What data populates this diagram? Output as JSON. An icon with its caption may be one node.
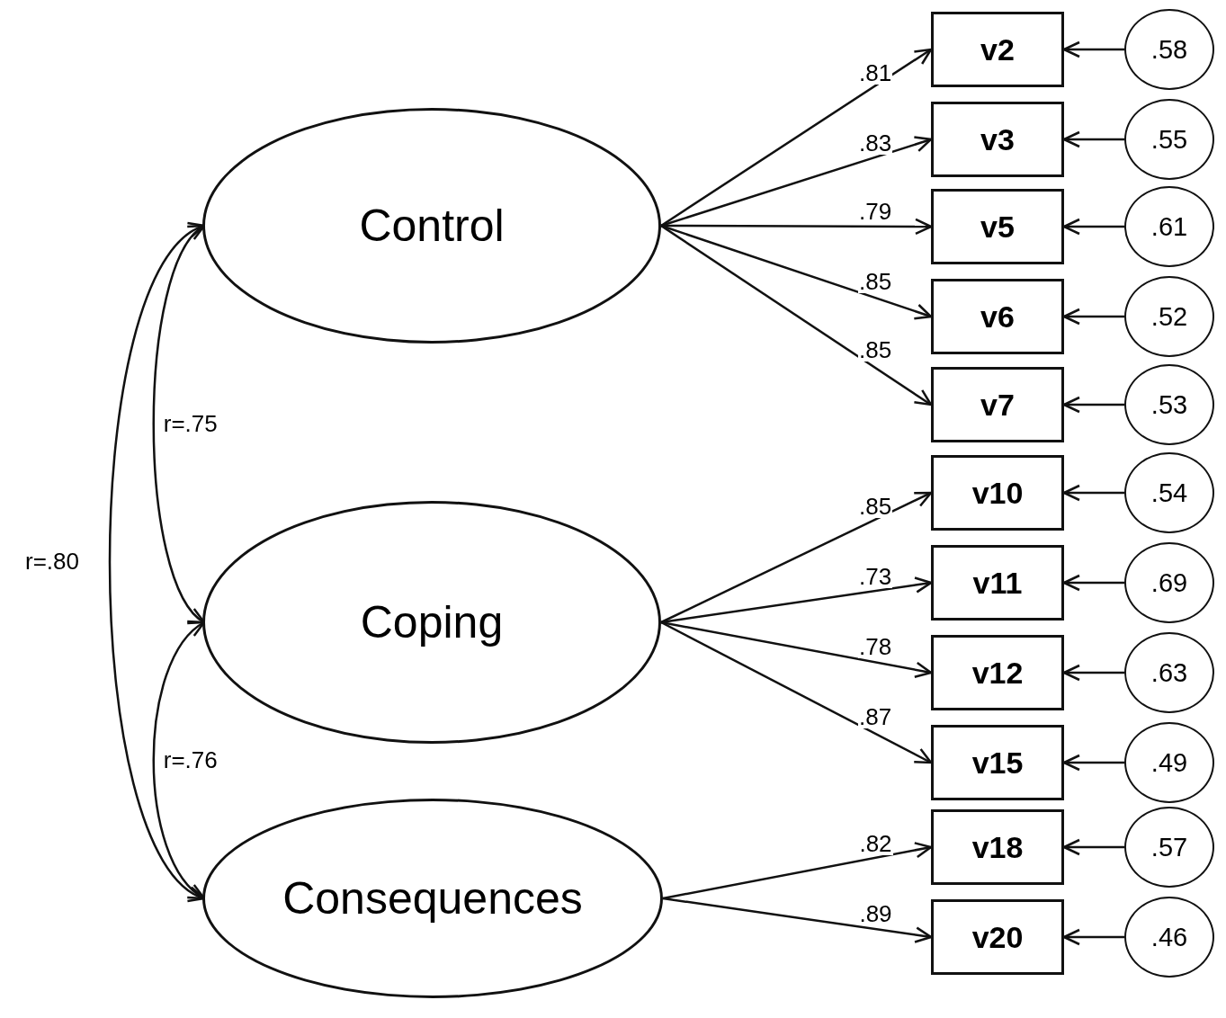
{
  "diagram": {
    "nodes": [
      {
        "text": [
          "Control"
        ]
      },
      {
        "text": [
          "Coping"
        ]
      },
      {
        "text": [
          "Consequences"
        ]
      },
      {
        "text": [
          "v2"
        ]
      },
      {
        "text": [
          "v3"
        ]
      },
      {
        "text": [
          "v5"
        ]
      },
      {
        "text": [
          "v6"
        ]
      },
      {
        "text": [
          "v7"
        ]
      },
      {
        "text": [
          "v10"
        ]
      },
      {
        "text": [
          "v11"
        ]
      },
      {
        "text": [
          "v12"
        ]
      },
      {
        "text": [
          "v15"
        ]
      },
      {
        "text": [
          "v18"
        ]
      },
      {
        "text": [
          "v20"
        ]
      },
      {
        "text": [
          ".58"
        ]
      },
      {
        "text": [
          ".55"
        ]
      },
      {
        "text": [
          ".61"
        ]
      },
      {
        "text": [
          ".52"
        ]
      },
      {
        "text": [
          ".53"
        ]
      },
      {
        "text": [
          ".54"
        ]
      },
      {
        "text": [
          ".69"
        ]
      },
      {
        "text": [
          ".63"
        ]
      },
      {
        "text": [
          ".49"
        ]
      },
      {
        "text": [
          ".57"
        ]
      },
      {
        "text": [
          ".46"
        ]
      }
    ],
    "edges": [
      {
        "from": 0,
        "to": 3,
        "arrow": "to",
        "label": ".81"
      },
      {
        "from": 0,
        "to": 4,
        "arrow": "to",
        "label": ".83"
      },
      {
        "from": 0,
        "to": 5,
        "arrow": "to",
        "label": ".79"
      },
      {
        "from": 0,
        "to": 6,
        "arrow": "to",
        "label": ".85"
      },
      {
        "from": 0,
        "to": 7,
        "arrow": "to",
        "label": ".85"
      },
      {
        "from": 1,
        "to": 8,
        "arrow": "to",
        "label": ".85"
      },
      {
        "from": 1,
        "to": 9,
        "arrow": "to",
        "label": ".73"
      },
      {
        "from": 1,
        "to": 10,
        "arrow": "to",
        "label": ".78"
      },
      {
        "from": 1,
        "to": 11,
        "arrow": "to",
        "label": ".87"
      },
      {
        "from": 2,
        "to": 12,
        "arrow": "to",
        "label": ".82"
      },
      {
        "from": 2,
        "to": 13,
        "arrow": "to",
        "label": ".89"
      },
      {
        "from": 14,
        "to": 3,
        "arrow": "to"
      },
      {
        "from": 15,
        "to": 4,
        "arrow": "to"
      },
      {
        "from": 16,
        "to": 5,
        "arrow": "to"
      },
      {
        "from": 17,
        "to": 6,
        "arrow": "to"
      },
      {
        "from": 18,
        "to": 7,
        "arrow": "to"
      },
      {
        "from": 19,
        "to": 8,
        "arrow": "to"
      },
      {
        "from": 20,
        "to": 9,
        "arrow": "to"
      },
      {
        "from": 21,
        "to": 10,
        "arrow": "to"
      },
      {
        "from": 22,
        "to": 11,
        "arrow": "to"
      },
      {
        "from": 23,
        "to": 12,
        "arrow": "to"
      },
      {
        "from": 24,
        "to": 13,
        "arrow": "to"
      },
      {
        "from": 0,
        "to": 1,
        "arrow": "both",
        "label": "r=.75"
      },
      {
        "from": 1,
        "to": 2,
        "arrow": "both",
        "label": "r=.76"
      },
      {
        "from": 0,
        "to": 2,
        "arrow": "both",
        "label": "r=.80"
      }
    ]
  }
}
